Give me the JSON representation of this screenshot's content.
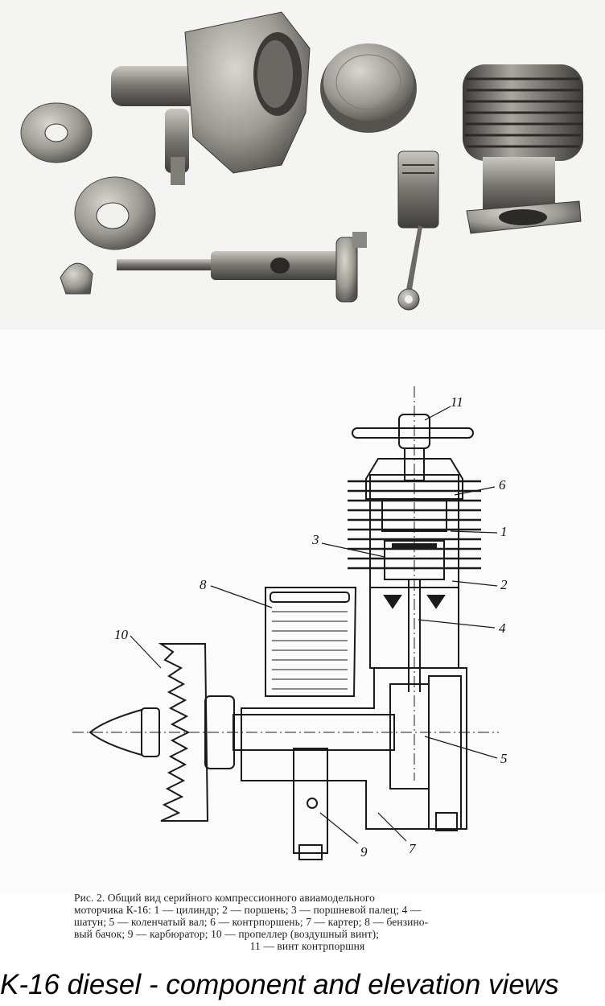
{
  "figure": {
    "callouts": [
      "1",
      "2",
      "3",
      "4",
      "5",
      "6",
      "7",
      "8",
      "9",
      "10",
      "11"
    ]
  },
  "caption": {
    "line1": "Рис. 2. Общий вид серийного компрессионного авиамодельного",
    "line2": "моторчика К-16: 1 — цилиндр; 2 — поршень; 3 — поршневой палец; 4 —",
    "line3": "шатун; 5 — коленчатый вал; 6 — контрпоршень; 7 — картер; 8 — бензино-",
    "line4": "вый бачок; 9 — карбюратор; 10 — пропеллер (воздушный винт);",
    "line5": "11 — винт контрпоршня"
  },
  "footer": {
    "title": "K-16 diesel - component and elevation views"
  },
  "colors": {
    "metal": "#9a9892",
    "metal_dark": "#4a4844",
    "ink": "#1a1a1a",
    "paper": "#fbfbfb"
  }
}
